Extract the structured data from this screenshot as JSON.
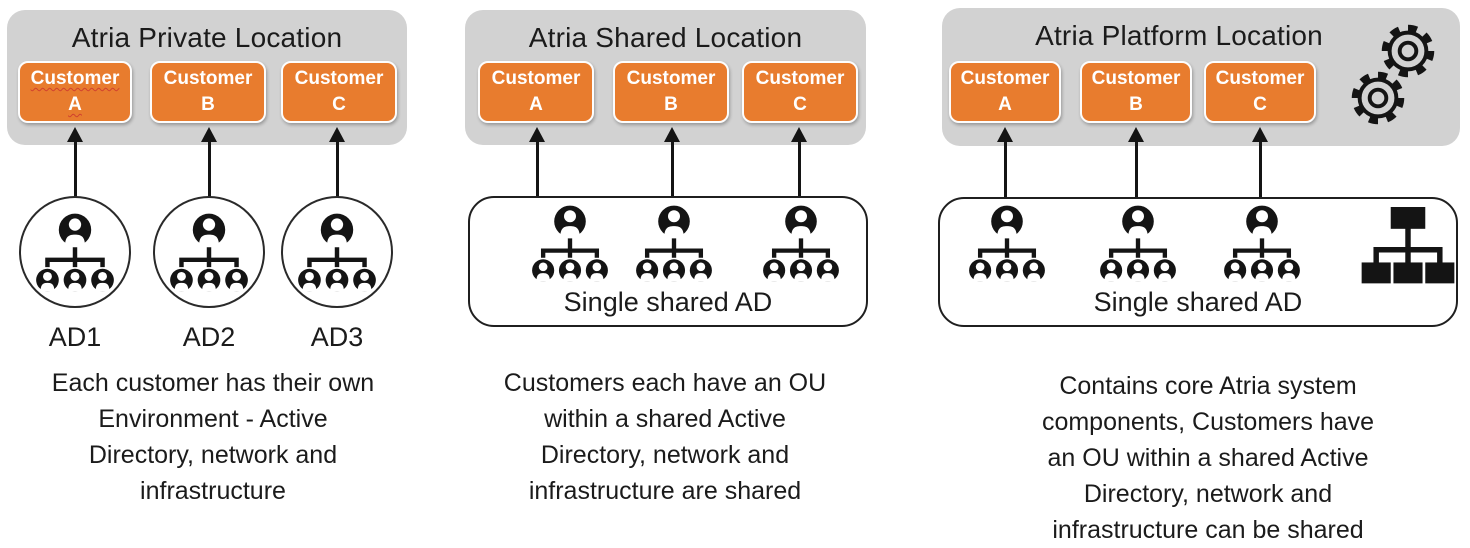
{
  "colors": {
    "panel_bg": "#d2d2d2",
    "customer_orange": "#e87c2e",
    "ink": "#1b1b1b",
    "squiggle_red": "#d0402e"
  },
  "icons": [
    "org-users-icon",
    "org-chart-icon",
    "gear-icon",
    "up-arrow"
  ],
  "panels": [
    {
      "title": "Atria Private Location",
      "customers": [
        [
          "Customer",
          "A"
        ],
        [
          "Customer",
          "B"
        ],
        [
          "Customer",
          "C"
        ]
      ],
      "ad_labels": [
        "AD1",
        "AD2",
        "AD3"
      ],
      "caption": [
        "Each customer has their own",
        "Environment - Active",
        "Directory, network and",
        "infrastructure"
      ]
    },
    {
      "title": "Atria Shared Location",
      "customers": [
        [
          "Customer",
          "A"
        ],
        [
          "Customer",
          "B"
        ],
        [
          "Customer",
          "C"
        ]
      ],
      "shared_ad_label": "Single shared AD",
      "caption": [
        "Customers each have an OU",
        "within a shared Active",
        "Directory, network and",
        "infrastructure are shared"
      ]
    },
    {
      "title": "Atria Platform Location",
      "customers": [
        [
          "Customer",
          "A"
        ],
        [
          "Customer",
          "B"
        ],
        [
          "Customer",
          "C"
        ]
      ],
      "shared_ad_label": "Single shared AD",
      "caption": [
        "Contains core Atria system",
        "components, Customers have",
        "an OU within a shared Active",
        "Directory, network and",
        "infrastructure can be shared"
      ]
    }
  ]
}
